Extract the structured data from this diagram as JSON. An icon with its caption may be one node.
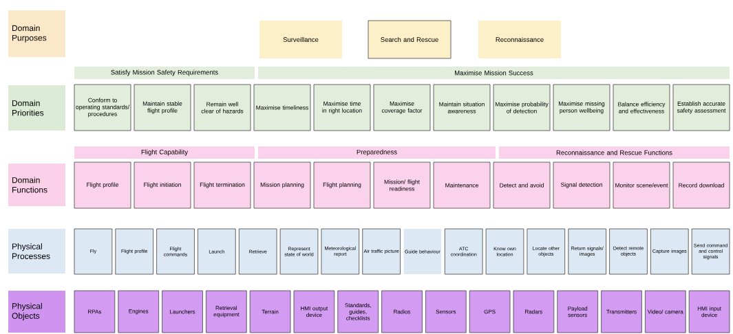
{
  "diagram": {
    "nodes": [
      {
        "text": [
          "Domain Purposes"
        ]
      },
      {
        "text": [
          "Surveillance"
        ]
      },
      {
        "text": [
          "Search and Rescue"
        ]
      },
      {
        "text": [
          "Reconnaissance"
        ]
      },
      {
        "text": [
          "Satisfy Mission Safety Requirements"
        ]
      },
      {
        "text": [
          "Maximise Mission Success"
        ]
      },
      {
        "text": [
          "Domain Priorities"
        ]
      },
      {
        "text": [
          "Conform to operating standards/ procedures"
        ]
      },
      {
        "text": [
          "Maintain stable flight profile"
        ]
      },
      {
        "text": [
          "Remain well clear of hazards"
        ]
      },
      {
        "text": [
          "Maximise timeliness"
        ]
      },
      {
        "text": [
          "Maximise time in right location"
        ]
      },
      {
        "text": [
          "Maximise coverage factor"
        ]
      },
      {
        "text": [
          "Maintain situation awareness"
        ]
      },
      {
        "text": [
          "Maximise probability of detection"
        ]
      },
      {
        "text": [
          "Maximise missing person wellbeing"
        ]
      },
      {
        "text": [
          "Balance efficiency and effectiveness"
        ]
      },
      {
        "text": [
          "Establish accurate safety assessment"
        ]
      },
      {
        "text": [
          "Flight Capability"
        ]
      },
      {
        "text": [
          "Preparedness"
        ]
      },
      {
        "text": [
          "Reconnaissance and Rescue Functions"
        ]
      },
      {
        "text": [
          "Domain Functions"
        ]
      },
      {
        "text": [
          "Flight profile"
        ]
      },
      {
        "text": [
          "Flight initiation"
        ]
      },
      {
        "text": [
          "Flight termination"
        ]
      },
      {
        "text": [
          "Mission planning"
        ]
      },
      {
        "text": [
          "Flight planning"
        ]
      },
      {
        "text": [
          "Mission/ flight readiness"
        ]
      },
      {
        "text": [
          "Maintenance"
        ]
      },
      {
        "text": [
          "Detect and avoid"
        ]
      },
      {
        "text": [
          "Signal detection"
        ]
      },
      {
        "text": [
          "Monitor scene/event"
        ]
      },
      {
        "text": [
          "Record download"
        ]
      },
      {
        "text": [
          "Physical Processes"
        ]
      },
      {
        "text": [
          "Fly"
        ]
      },
      {
        "text": [
          "Flight profile"
        ]
      },
      {
        "text": [
          "Flight commands"
        ]
      },
      {
        "text": [
          "Launch"
        ]
      },
      {
        "text": [
          "Retrieve"
        ]
      },
      {
        "text": [
          "Represent state of world"
        ]
      },
      {
        "text": [
          "Meteorological report"
        ]
      },
      {
        "text": [
          "Air traffic picture"
        ]
      },
      {
        "text": [
          "Guide behaviour"
        ]
      },
      {
        "text": [
          "ATC coordination"
        ]
      },
      {
        "text": [
          "Know own location"
        ]
      },
      {
        "text": [
          "Locate other objects"
        ]
      },
      {
        "text": [
          "Return signals/ images"
        ]
      },
      {
        "text": [
          "Detect remote objects"
        ]
      },
      {
        "text": [
          "Capture images"
        ]
      },
      {
        "text": [
          "Send command and control signals"
        ]
      },
      {
        "text": [
          "Physical Objects"
        ]
      },
      {
        "text": [
          "RPAs"
        ]
      },
      {
        "text": [
          "Engines"
        ]
      },
      {
        "text": [
          "Launchers"
        ]
      },
      {
        "text": [
          "Retrieval equipment"
        ]
      },
      {
        "text": [
          "Terrain"
        ]
      },
      {
        "text": [
          "HMI output device"
        ]
      },
      {
        "text": [
          "Standards, guides, checklists"
        ]
      },
      {
        "text": [
          "Radios"
        ]
      },
      {
        "text": [
          "Sensors"
        ]
      },
      {
        "text": [
          "GPS"
        ]
      },
      {
        "text": [
          "Radars"
        ]
      },
      {
        "text": [
          "Payload sensors"
        ]
      },
      {
        "text": [
          "Transmitters"
        ]
      },
      {
        "text": [
          "Video/ camera"
        ]
      },
      {
        "text": [
          "HMI input device"
        ]
      }
    ]
  }
}
